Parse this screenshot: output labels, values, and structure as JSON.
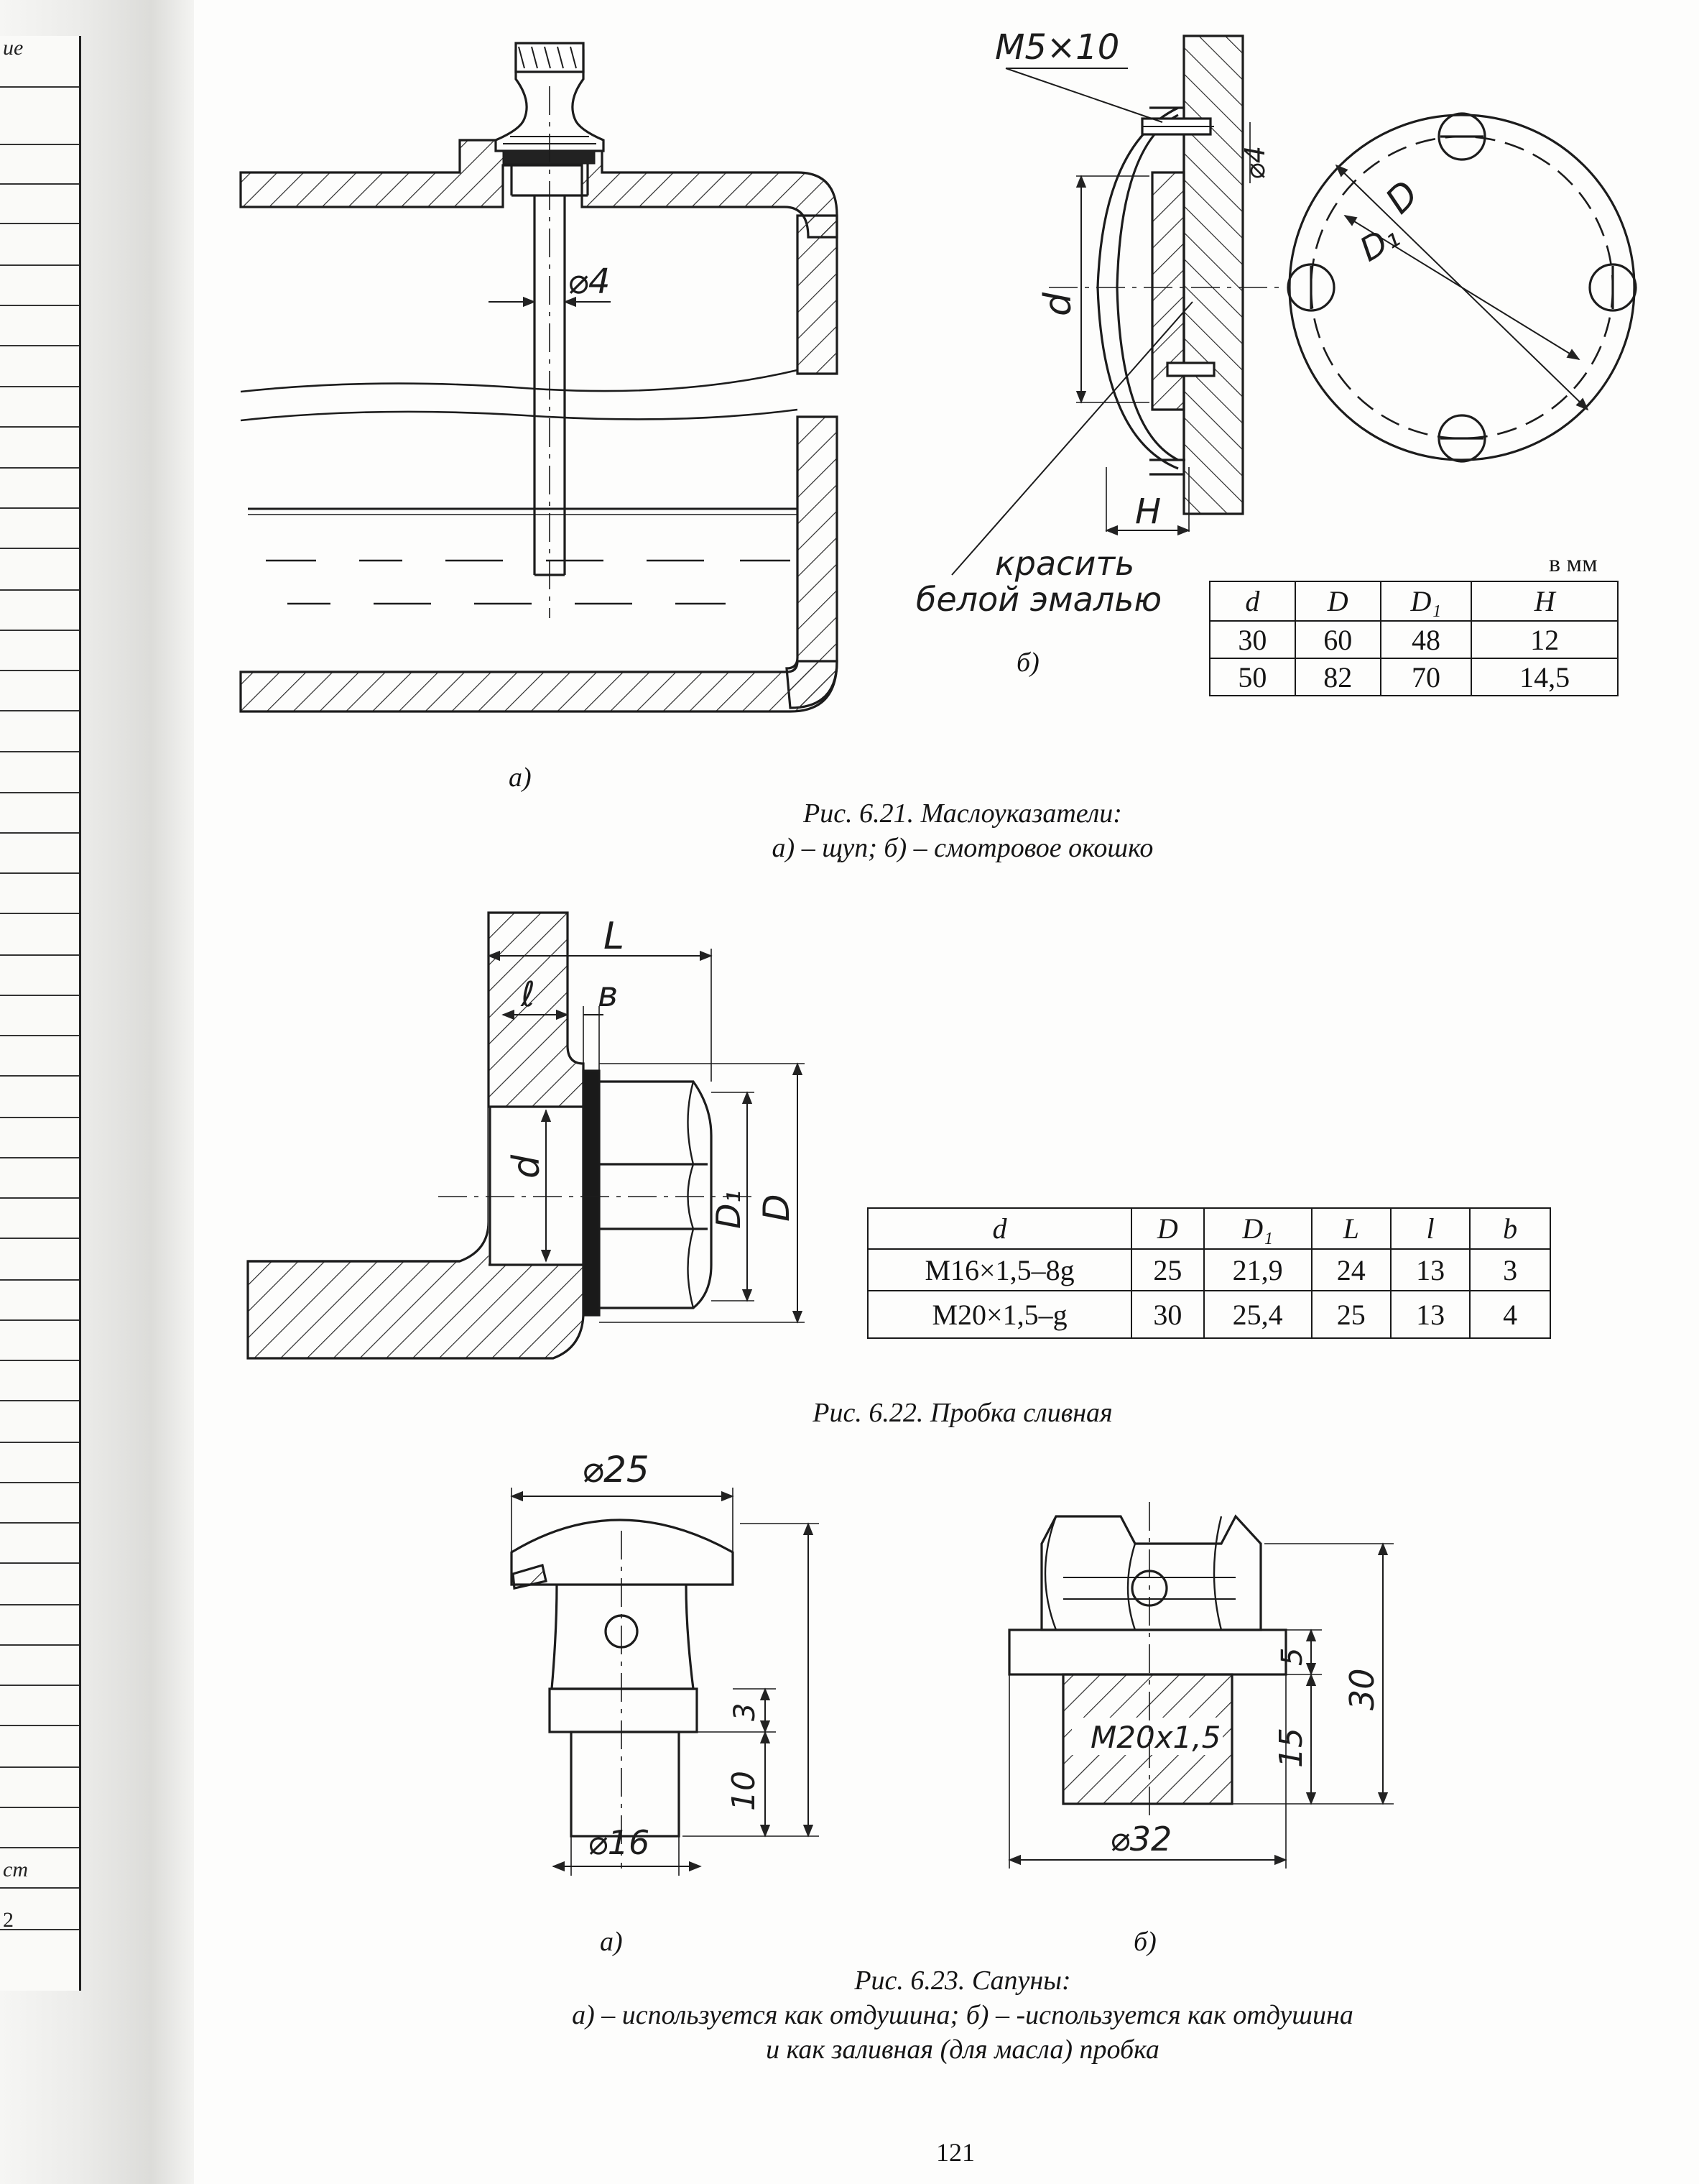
{
  "binding": {
    "fragments": [
      "ие",
      "ст",
      "2"
    ]
  },
  "figure_6_21": {
    "dimension_labels": {
      "rod_diameter": "⌀4",
      "thread": "M5×10",
      "hole_diameter": "⌀4",
      "window_diameter": "d",
      "window_height": "H",
      "circle_large": "D",
      "circle_small": "D₁",
      "paint_line1": "красить",
      "paint_line2": "белой эмалью"
    },
    "label_a": "а)",
    "label_b": "б)",
    "unit": "в мм",
    "table": {
      "headers": [
        "d",
        "D",
        "D₁",
        "H"
      ],
      "rows": [
        [
          "30",
          "60",
          "48",
          "12"
        ],
        [
          "50",
          "82",
          "70",
          "14,5"
        ]
      ]
    },
    "caption_line1": "Рис. 6.21. Маслоуказатели:",
    "caption_line2": "а) – щуп; б) – смотровое окошко"
  },
  "figure_6_22": {
    "dimension_labels": {
      "L": "L",
      "l": "ℓ",
      "b": "в",
      "d": "d",
      "D1": "D₁",
      "D": "D"
    },
    "table": {
      "headers": [
        "d",
        "D",
        "D₁",
        "L",
        "l",
        "b"
      ],
      "rows": [
        [
          "M16×1,5–8g",
          "25",
          "21,9",
          "24",
          "13",
          "3"
        ],
        [
          "M20×1,5–g",
          "30",
          "25,4",
          "25",
          "13",
          "4"
        ]
      ]
    },
    "caption": "Рис. 6.22. Пробка сливная"
  },
  "figure_6_23": {
    "dimension_labels_a": {
      "top": "⌀25",
      "bottom": "⌀16",
      "d10": "10",
      "d3": "3"
    },
    "dimension_labels_b": {
      "d5": "5",
      "d15": "15",
      "d30": "30",
      "thread": "M20x1,5",
      "bottom": "⌀32"
    },
    "label_a": "а)",
    "label_b": "б)",
    "caption_line1": "Рис. 6.23. Сапуны:",
    "caption_line2": "а) – используется как отдушина; б) – -используется как отдушина",
    "caption_line3": "и как заливная (для масла) пробка"
  },
  "page_number": "121"
}
